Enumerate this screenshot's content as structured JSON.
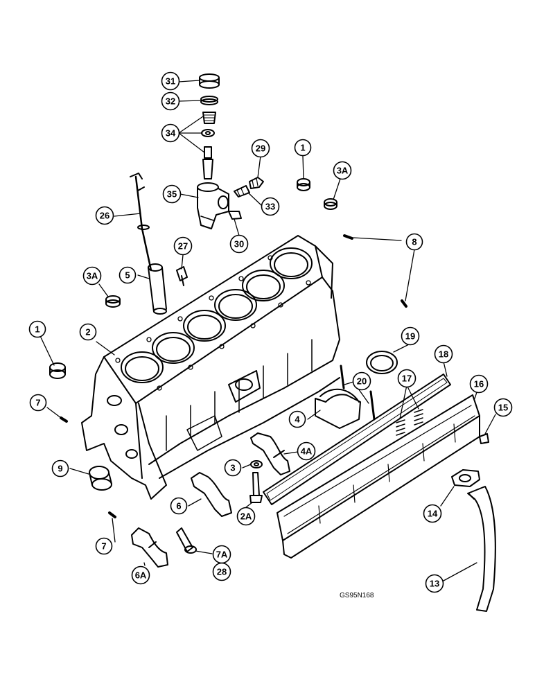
{
  "diagram": {
    "drawing_code": "GS95N168",
    "callouts": [
      {
        "id": "c31",
        "label": "31"
      },
      {
        "id": "c32",
        "label": "32"
      },
      {
        "id": "c34",
        "label": "34"
      },
      {
        "id": "c29",
        "label": "29"
      },
      {
        "id": "c1a",
        "label": "1"
      },
      {
        "id": "c3a1",
        "label": "3A"
      },
      {
        "id": "c35",
        "label": "35"
      },
      {
        "id": "c33",
        "label": "33"
      },
      {
        "id": "c26",
        "label": "26"
      },
      {
        "id": "c30",
        "label": "30"
      },
      {
        "id": "c8",
        "label": "8"
      },
      {
        "id": "c27",
        "label": "27"
      },
      {
        "id": "c3a2",
        "label": "3A"
      },
      {
        "id": "c5",
        "label": "5"
      },
      {
        "id": "c1b",
        "label": "1"
      },
      {
        "id": "c2",
        "label": "2"
      },
      {
        "id": "c19",
        "label": "19"
      },
      {
        "id": "c18",
        "label": "18"
      },
      {
        "id": "c20",
        "label": "20"
      },
      {
        "id": "c17",
        "label": "17"
      },
      {
        "id": "c16",
        "label": "16"
      },
      {
        "id": "c7a",
        "label": "7"
      },
      {
        "id": "c4",
        "label": "4"
      },
      {
        "id": "c15",
        "label": "15"
      },
      {
        "id": "c4a",
        "label": "4A"
      },
      {
        "id": "c9",
        "label": "9"
      },
      {
        "id": "c3",
        "label": "3"
      },
      {
        "id": "c6",
        "label": "6"
      },
      {
        "id": "c2a",
        "label": "2A"
      },
      {
        "id": "c14",
        "label": "14"
      },
      {
        "id": "c7b",
        "label": "7"
      },
      {
        "id": "c7A",
        "label": "7A"
      },
      {
        "id": "c28",
        "label": "28"
      },
      {
        "id": "c6a",
        "label": "6A"
      },
      {
        "id": "c13",
        "label": "13"
      }
    ]
  }
}
